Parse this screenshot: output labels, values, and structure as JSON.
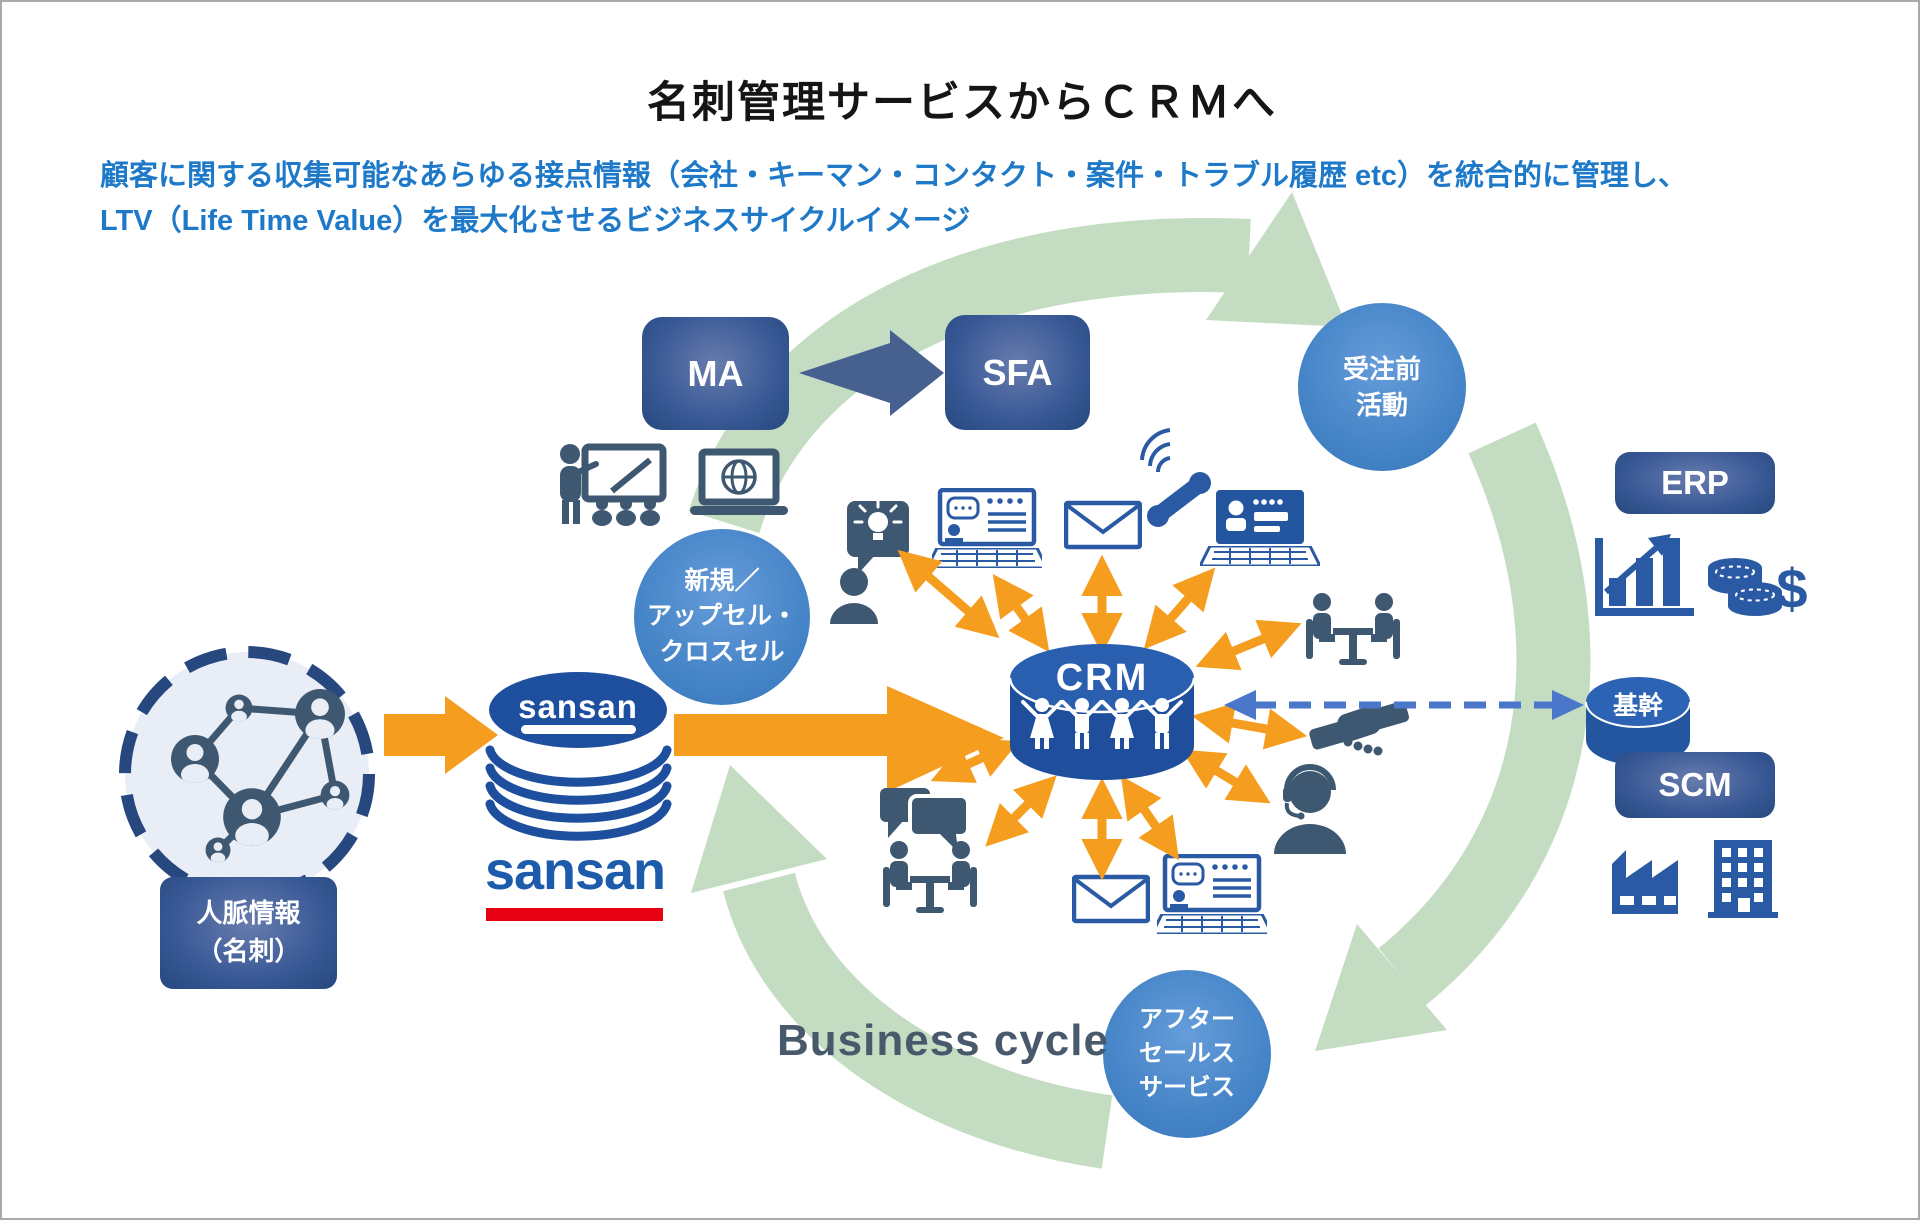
{
  "title": "名刺管理サービスからＣＲＭへ",
  "subtitle": {
    "line1": "顧客に関する収集可能なあらゆる接点情報（会社・キーマン・コンタクト・案件・トラブル履歴 etc）を統合的に管理し、",
    "line2": "LTV（Life Time Value）を最大化させるビジネスサイクルイメージ"
  },
  "systems": {
    "ma": "MA",
    "sfa": "SFA",
    "crm": "CRM",
    "erp": "ERP",
    "scm": "SCM",
    "core": "基幹"
  },
  "cycle": {
    "label": "Business cycle",
    "pre_order": [
      "受注前",
      "活動"
    ],
    "new_upsell": [
      "新規／",
      "アップセル・",
      "クロスセル"
    ],
    "after_sales": [
      "アフター",
      "セールス",
      "サービス"
    ]
  },
  "source": {
    "contact_box": [
      "人脈情報",
      "（名刺）"
    ],
    "stack_label": "sansan",
    "logo_label": "sansan"
  },
  "money_symbol": "$",
  "icons": [
    "network-people-icon",
    "database-stack-icon",
    "presentation-icon",
    "webinar-laptop-icon",
    "idea-person-icon",
    "video-call-laptop-icon",
    "mail-icon",
    "phone-icon",
    "contact-laptop-icon",
    "meeting-icon",
    "handshake-icon",
    "support-agent-icon",
    "chat-bubbles-icon",
    "crm-database-icon",
    "core-database-icon",
    "bar-chart-icon",
    "money-icon",
    "factory-icon",
    "office-building-icon"
  ],
  "colors": {
    "title_text": "#151515",
    "subtitle_blue": "#1e79c8",
    "band_green": "#c4ddc2",
    "navy_box": "#27477f",
    "circle_blue": "#4484c7",
    "crm_blue": "#1e4e9c",
    "orange": "#f59d1e",
    "dashed_link_blue": "#4a77c9",
    "icon_slate": "#3e5872",
    "icon_navy": "#2b5aa5",
    "sansan_blue": "#1d5bab",
    "sansan_red": "#e60012",
    "cycle_text": "#47596b"
  }
}
